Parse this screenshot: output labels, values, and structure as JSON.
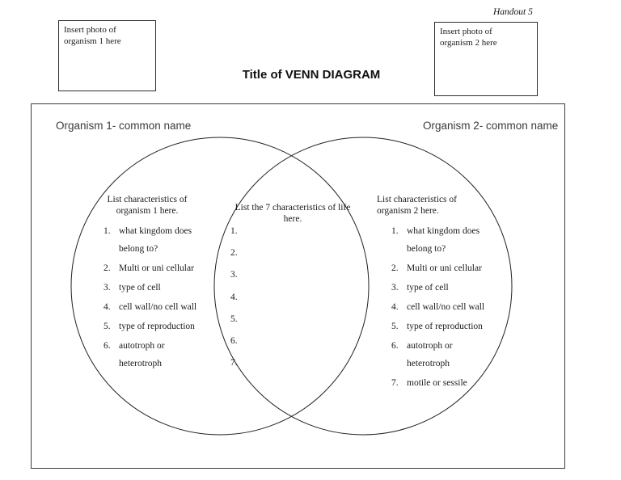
{
  "page": {
    "handout_label": "Handout 5",
    "title": "Title of VENN DIAGRAM",
    "background_color": "#ffffff",
    "line_color": "#202020"
  },
  "photo_boxes": {
    "left": {
      "text": "Insert photo of\norganism 1 here"
    },
    "right": {
      "text": "Insert photo of\norganism 2 here"
    }
  },
  "venn": {
    "left": {
      "header": "Organism 1- common name",
      "heading": "List characteristics of\norganism 1 here.",
      "items": [
        {
          "num": "1.",
          "text": "what kingdom does\nbelong to?"
        },
        {
          "num": "2.",
          "text": "Multi or uni cellular"
        },
        {
          "num": "3.",
          "text": "type of cell"
        },
        {
          "num": "4.",
          "text": "cell wall/no cell wall"
        },
        {
          "num": "5.",
          "text": "type of reproduction"
        },
        {
          "num": "6.",
          "text": "autotroph or\nheterotroph"
        }
      ]
    },
    "middle": {
      "heading": "List the 7 characteristics of life\nhere.",
      "numbers": [
        "1.",
        "2.",
        "3.",
        "4.",
        "5.",
        "6.",
        "7."
      ]
    },
    "right": {
      "header": "Organism 2- common name",
      "heading": "List characteristics of\norganism 2 here.",
      "items": [
        {
          "num": "1.",
          "text": "what kingdom does\nbelong to?"
        },
        {
          "num": "2.",
          "text": "Multi or uni cellular"
        },
        {
          "num": "3.",
          "text": "type of cell"
        },
        {
          "num": "4.",
          "text": "cell wall/no cell wall"
        },
        {
          "num": "5.",
          "text": "type of reproduction"
        },
        {
          "num": "6.",
          "text": "autotroph or\nheterotroph"
        },
        {
          "num": "7.",
          "text": "motile or sessile"
        }
      ]
    }
  }
}
